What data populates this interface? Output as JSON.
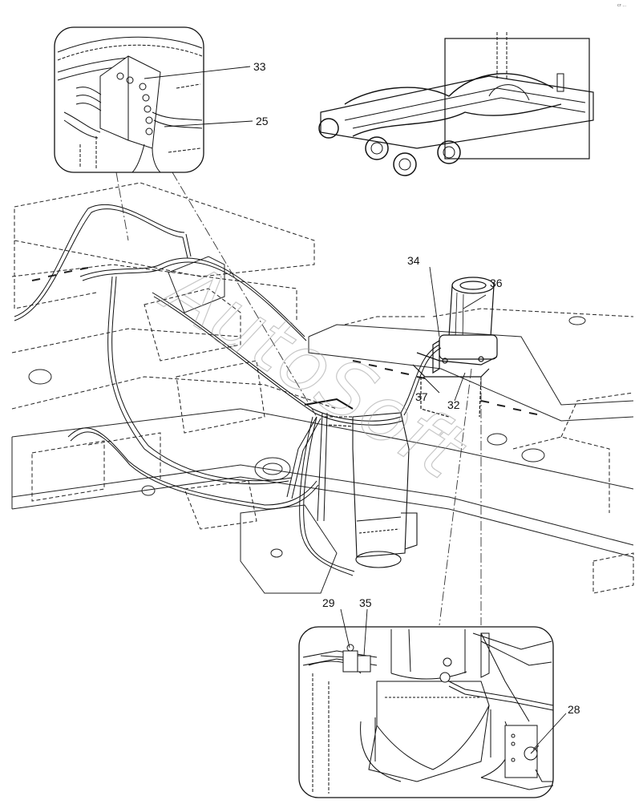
{
  "corner_mark": "cr ...",
  "watermark": "AutoSoft",
  "callouts": {
    "c33": "33",
    "c25": "25",
    "c34": "34",
    "c36": "36",
    "c37": "37",
    "c32": "32",
    "c29": "29",
    "c35": "35",
    "c28": "28"
  }
}
